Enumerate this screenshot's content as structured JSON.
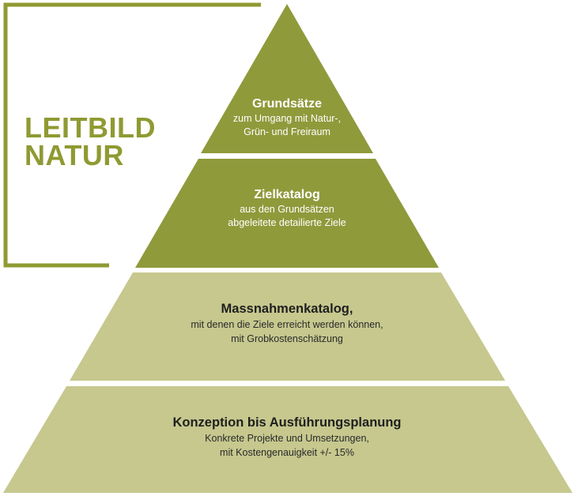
{
  "colors": {
    "accent_dark": "#8f9a32",
    "tier_dark": "#8f9a3b",
    "tier_light": "#c6c88e",
    "bracket": "#8f9a32"
  },
  "leitbild": {
    "line1": "LEITBILD",
    "line2": "NATUR"
  },
  "pyramid": {
    "levels": [
      {
        "title": "Grundsätze",
        "lines": [
          "zum Umgang mit Natur-,",
          "Grün- und Freiraum"
        ]
      },
      {
        "title": "Zielkatalog",
        "lines": [
          "aus den Grundsätzen",
          "abgeleitete detailierte Ziele"
        ]
      },
      {
        "title": "Massnahmenkatalog,",
        "lines": [
          "mit denen die Ziele erreicht werden können,",
          "mit Grobkostenschätzung"
        ]
      },
      {
        "title": "Konzeption bis Ausführungsplanung",
        "lines": [
          "Konkrete Projekte und Umsetzungen,",
          "mit Kostengenauigkeit +/- 15%"
        ]
      }
    ]
  }
}
